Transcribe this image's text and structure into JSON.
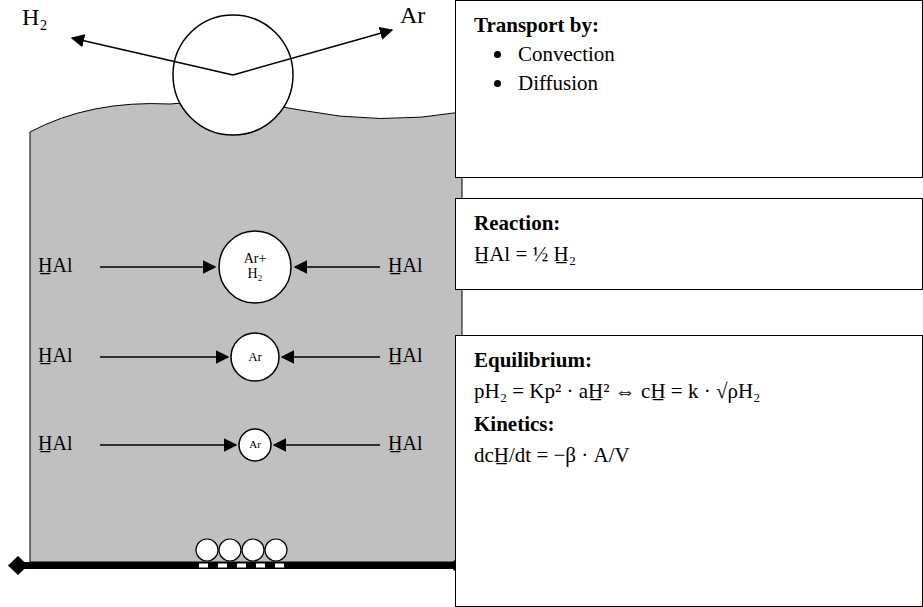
{
  "diagram": {
    "nodes": [
      {
        "text": [
          "Transport by:",
          "Convection",
          "Diffusion"
        ]
      },
      {
        "text": [
          "Reaction:",
          "H̲Al = ½ H̲₂"
        ]
      },
      {
        "text": [
          "Equilibrium:",
          "pH₂ = Kp² · aH̲² ⇔ cH̲ = k · √ρH₂",
          "Kinetics:",
          "dcH̲/dt = −β · A/V"
        ]
      },
      {
        "text": [
          "Ar+ H₂"
        ]
      },
      {
        "text": [
          "Ar"
        ]
      },
      {
        "text": [
          "Ar"
        ]
      }
    ],
    "labels": [
      "H₂",
      "Ar",
      "H̲Al",
      "H̲Al",
      "H̲Al",
      "H̲Al",
      "H̲Al",
      "H̲Al"
    ]
  }
}
